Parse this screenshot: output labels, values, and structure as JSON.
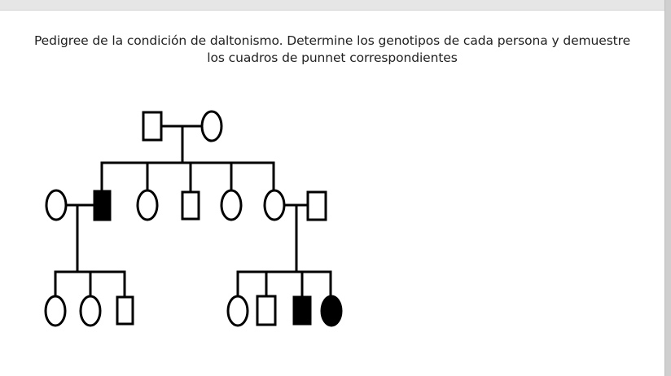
{
  "caption": {
    "line1": "Pedigree de la condición de daltonismo. Determine los genotipos de cada persona y demuestre",
    "line2": "los cuadros de punnet correspondientes"
  },
  "pedigree": {
    "generations": [
      {
        "individuals": [
          {
            "sex": "male",
            "affected": false
          },
          {
            "sex": "female",
            "affected": false
          }
        ]
      },
      {
        "individuals": [
          {
            "sex": "female",
            "affected": false,
            "role": "spouse"
          },
          {
            "sex": "male",
            "affected": true
          },
          {
            "sex": "female",
            "affected": false
          },
          {
            "sex": "male",
            "affected": false
          },
          {
            "sex": "female",
            "affected": false
          },
          {
            "sex": "female",
            "affected": false
          },
          {
            "sex": "male",
            "affected": false,
            "role": "spouse"
          }
        ]
      },
      {
        "individuals": [
          {
            "sex": "female",
            "affected": false
          },
          {
            "sex": "female",
            "affected": false
          },
          {
            "sex": "male",
            "affected": false
          },
          {
            "sex": "female",
            "affected": false
          },
          {
            "sex": "male",
            "affected": false
          },
          {
            "sex": "male",
            "affected": true
          },
          {
            "sex": "female",
            "affected": true
          }
        ]
      }
    ]
  }
}
